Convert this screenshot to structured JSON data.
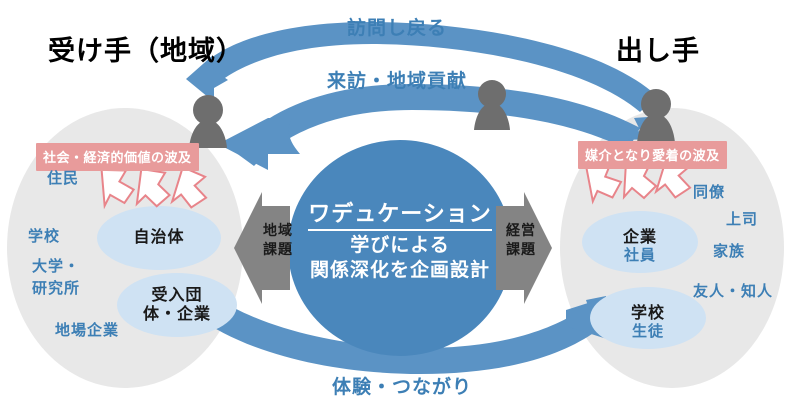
{
  "diagram": {
    "title_left": "受け手（地域）",
    "title_right": "出し手",
    "flow_labels": {
      "top_outer": "訪問し戻る",
      "top_inner": "来訪・地域貢献",
      "bottom": "体験・つながり"
    },
    "center": {
      "heading": "ワデュケーション",
      "line2": "学びによる",
      "line3": "関係深化を企画設計"
    },
    "gray_arrows": [
      {
        "line1": "地域",
        "line2": "課題",
        "direction": "left"
      },
      {
        "line1": "経営",
        "line2": "課題",
        "direction": "right"
      }
    ],
    "left_cluster": {
      "banner": "社会・経済的価値の波及",
      "outer_words": [
        "住民",
        "学校",
        "大学・",
        "研究所",
        "地場企業"
      ],
      "ellipses": [
        {
          "main": "自治体",
          "sub": ""
        },
        {
          "main": "受入団",
          "sub": "",
          "main2": "体・企業"
        }
      ]
    },
    "right_cluster": {
      "banner": "媒介となり愛着の波及",
      "outer_words": [
        "同僚",
        "上司",
        "家族",
        "友人・知人"
      ],
      "ellipses": [
        {
          "main": "企業",
          "sub": "社員"
        },
        {
          "main": "学校",
          "sub": "生徒"
        }
      ]
    },
    "colors": {
      "arc_blue": "#5b93c5",
      "center_blue": "#4a87bc",
      "ellipse_blue": "#cfe2f3",
      "cluster_gray": "#e8e8e8",
      "banner_pink": "#e89b9b",
      "red_arrow": "#e8848a",
      "person_gray": "#6e6e6e",
      "gray_arrow": "#848484",
      "text_blue": "#3d7fb5"
    }
  }
}
